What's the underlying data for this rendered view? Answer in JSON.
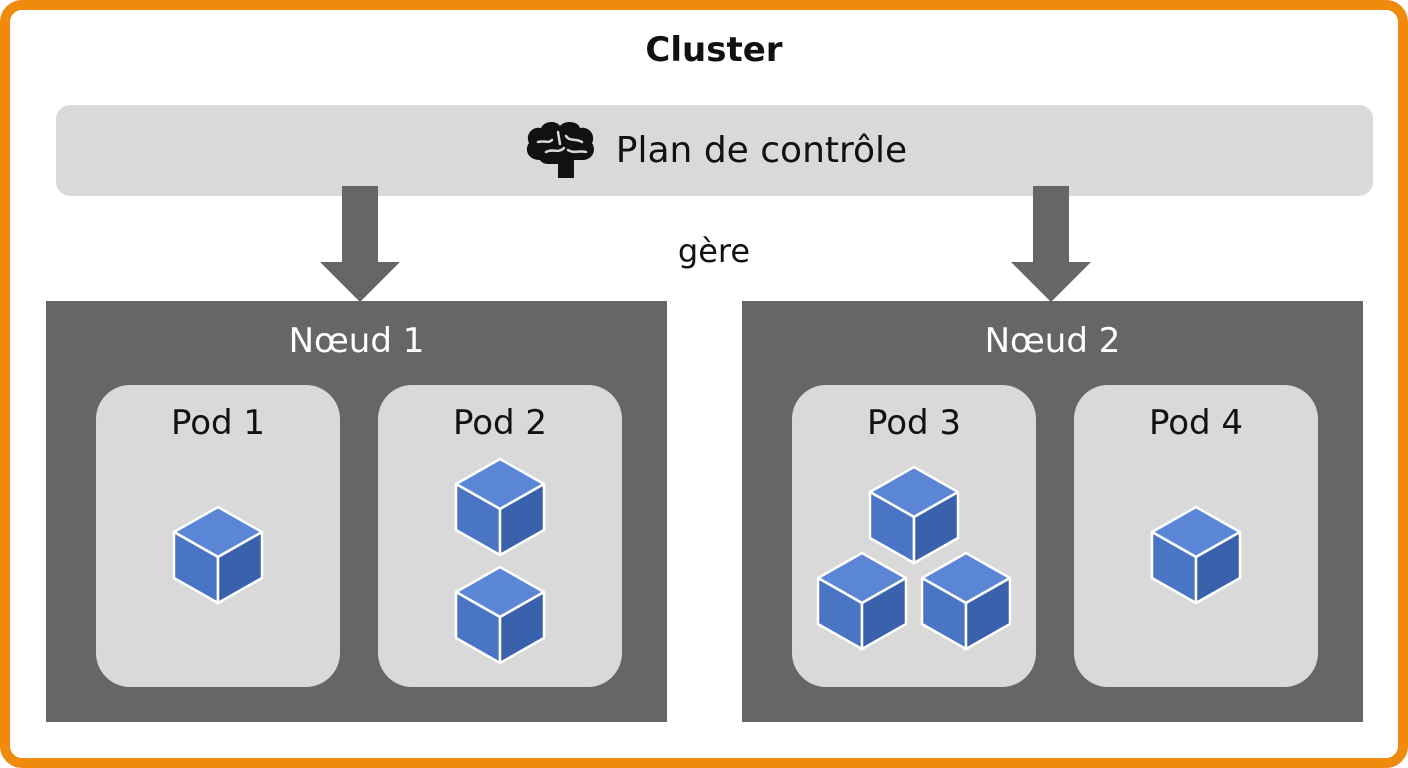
{
  "cluster": {
    "title": "Cluster"
  },
  "control_plane": {
    "label": "Plan de contrôle",
    "icon": "brain-icon"
  },
  "relation": {
    "label": "gère"
  },
  "nodes": [
    {
      "label": "Nœud 1",
      "pods": [
        {
          "label": "Pod 1",
          "containers": 1
        },
        {
          "label": "Pod 2",
          "containers": 2
        }
      ]
    },
    {
      "label": "Nœud 2",
      "pods": [
        {
          "label": "Pod 3",
          "containers": 3
        },
        {
          "label": "Pod 4",
          "containers": 1
        }
      ]
    }
  ],
  "colors": {
    "frame": "#f08a0c",
    "control_plane": "#d9d9d9",
    "node": "#666666",
    "pod": "#d9d9d9",
    "arrow": "#666666",
    "container": "#4a74c4"
  }
}
